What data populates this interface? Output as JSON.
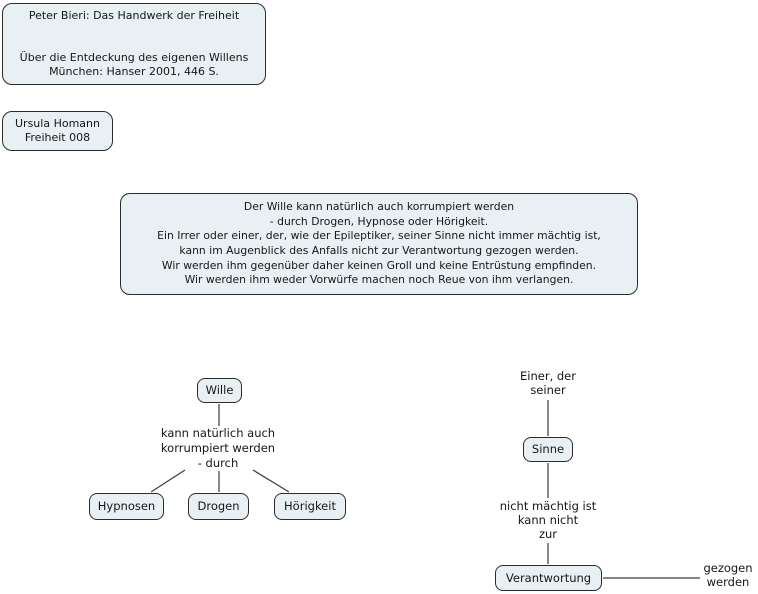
{
  "colors": {
    "background": "#ffffff",
    "node_fill": "#e9f0f4",
    "node_border": "#2b2b2b",
    "connector_line": "#3c3c3c",
    "text": "#161616"
  },
  "source_box": {
    "text": "Peter Bieri: Das Handwerk der Freiheit\n\n\nÜber die Entdeckung des eigenen Willens\nMünchen: Hanser 2001, 446 S."
  },
  "author_box": {
    "text": "Ursula Homann\nFreiheit 008"
  },
  "quote_box": {
    "text": "Der Wille kann natürlich auch korrumpiert werden\n- durch Drogen, Hypnose oder Hörigkeit.\nEin Irrer oder einer, der, wie der Epileptiker, seiner Sinne nicht immer mächtig ist,\nkann im Augenblick des Anfalls nicht zur Verantwortung gezogen werden.\nWir werden ihm gegenüber daher keinen Groll und keine Entrüstung empfinden.\nWir werden ihm weder Vorwürfe machen noch Reue von ihm verlangen."
  },
  "map_left": {
    "node_wille": "Wille",
    "link_label": "kann natürlich auch\nkorrumpiert werden\n- durch",
    "node_hypnosen": "Hypnosen",
    "node_drogen": "Drogen",
    "node_hoerigkeit": "Hörigkeit"
  },
  "map_right": {
    "label_einer": "Einer, der\nseiner",
    "node_sinne": "Sinne",
    "link_label": "nicht mächtig ist\nkann nicht\nzur",
    "node_verantwortung": "Verantwortung",
    "label_gezogen": "gezogen\nwerden"
  }
}
